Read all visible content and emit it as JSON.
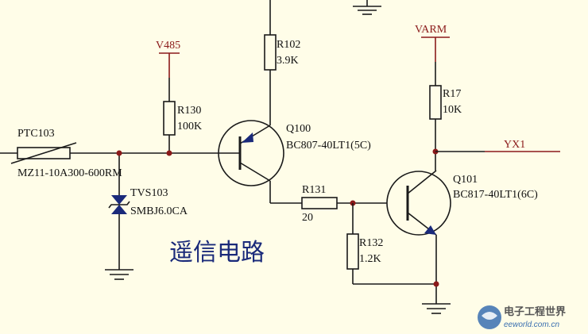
{
  "title": "遥信电路",
  "nets": {
    "v485": "V485",
    "varm": "VARM",
    "yx1": "YX1"
  },
  "components": {
    "ptc103": {
      "ref": "PTC103",
      "value": "MZ11-10A300-600RM"
    },
    "r130": {
      "ref": "R130",
      "value": "100K"
    },
    "r102": {
      "ref": "R102",
      "value": "3.9K"
    },
    "q100": {
      "ref": "Q100",
      "value": "BC807-40LT1(5C)"
    },
    "tvs103": {
      "ref": "TVS103",
      "value": "SMBJ6.0CA"
    },
    "r131": {
      "ref": "R131",
      "value": "20"
    },
    "r132": {
      "ref": "R132",
      "value": "1.2K"
    },
    "q101": {
      "ref": "Q101",
      "value": "BC817-40LT1(6C)"
    },
    "r17": {
      "ref": "R17",
      "value": "10K"
    }
  },
  "watermark": {
    "cn": "电子工程世界",
    "en": "eeworld.com.cn"
  },
  "colors": {
    "background": "#fffde8",
    "wire": "#1a1a1a",
    "net_label": "#8b1a1a",
    "title": "#1a2a7a"
  }
}
